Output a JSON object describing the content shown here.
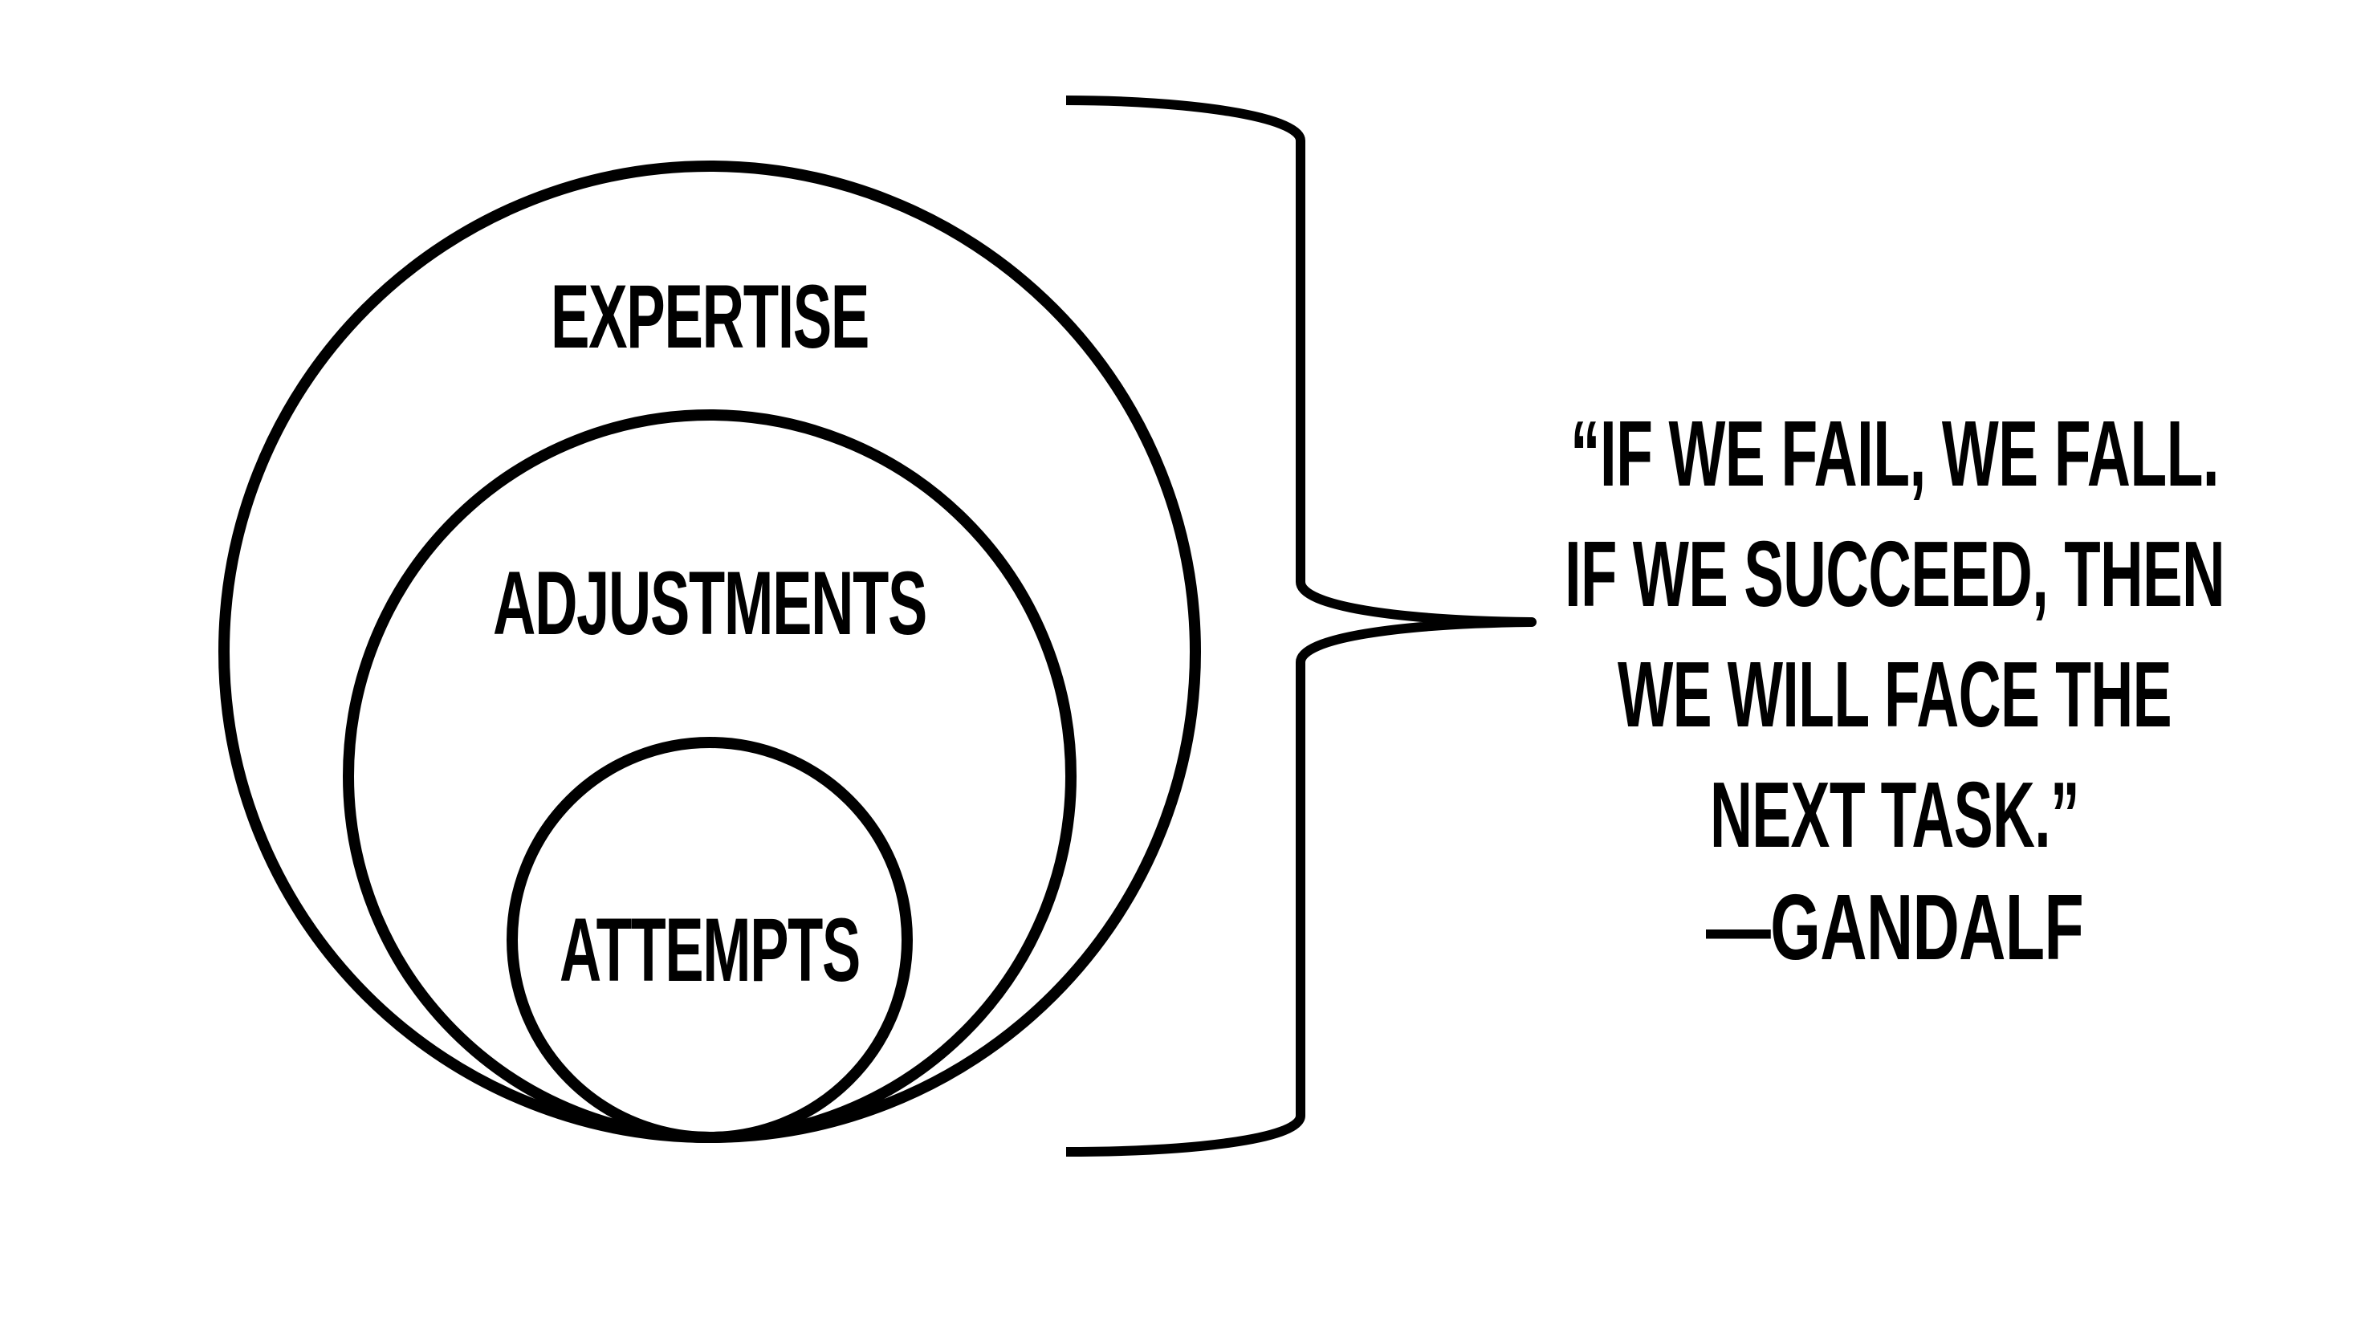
{
  "diagram": {
    "circles": {
      "outer": "EXPERTISE",
      "middle": "ADJUSTMENTS",
      "inner": "ATTEMPTS"
    },
    "quote": {
      "line1": "“IF WE FAIL, WE FALL.",
      "line2": "IF WE SUCCEED, THEN",
      "line3": "WE WILL FACE THE",
      "line4": "NEXT TASK.”",
      "attribution": "—GANDALF"
    },
    "colors": {
      "stroke": "#000000",
      "background": "#ffffff"
    }
  }
}
